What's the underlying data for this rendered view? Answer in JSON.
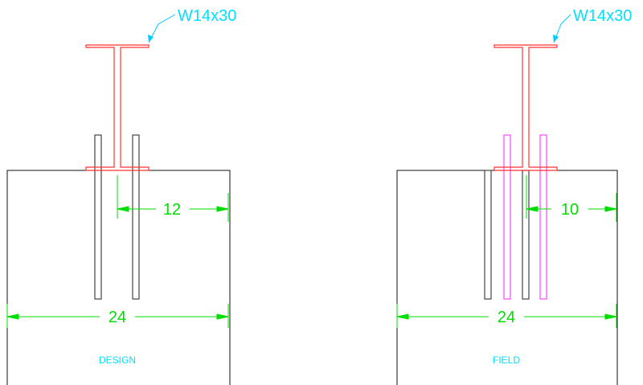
{
  "colors": {
    "beam": "#ff3333",
    "plate": "#444444",
    "plate_field_new": "#ff44ff",
    "pier": "#111111",
    "dimension": "#00dd00",
    "leader": "#00ccff",
    "background": "#ffffff"
  },
  "views": [
    {
      "name": "design",
      "beam_callout": "W14x30",
      "dim_offset_label": "12",
      "dim_width_label": "24",
      "caption": "DESIGN"
    },
    {
      "name": "field",
      "beam_callout": "W14x30",
      "dim_offset_label": "10",
      "dim_width_label": "24",
      "caption": "FIELD"
    }
  ]
}
